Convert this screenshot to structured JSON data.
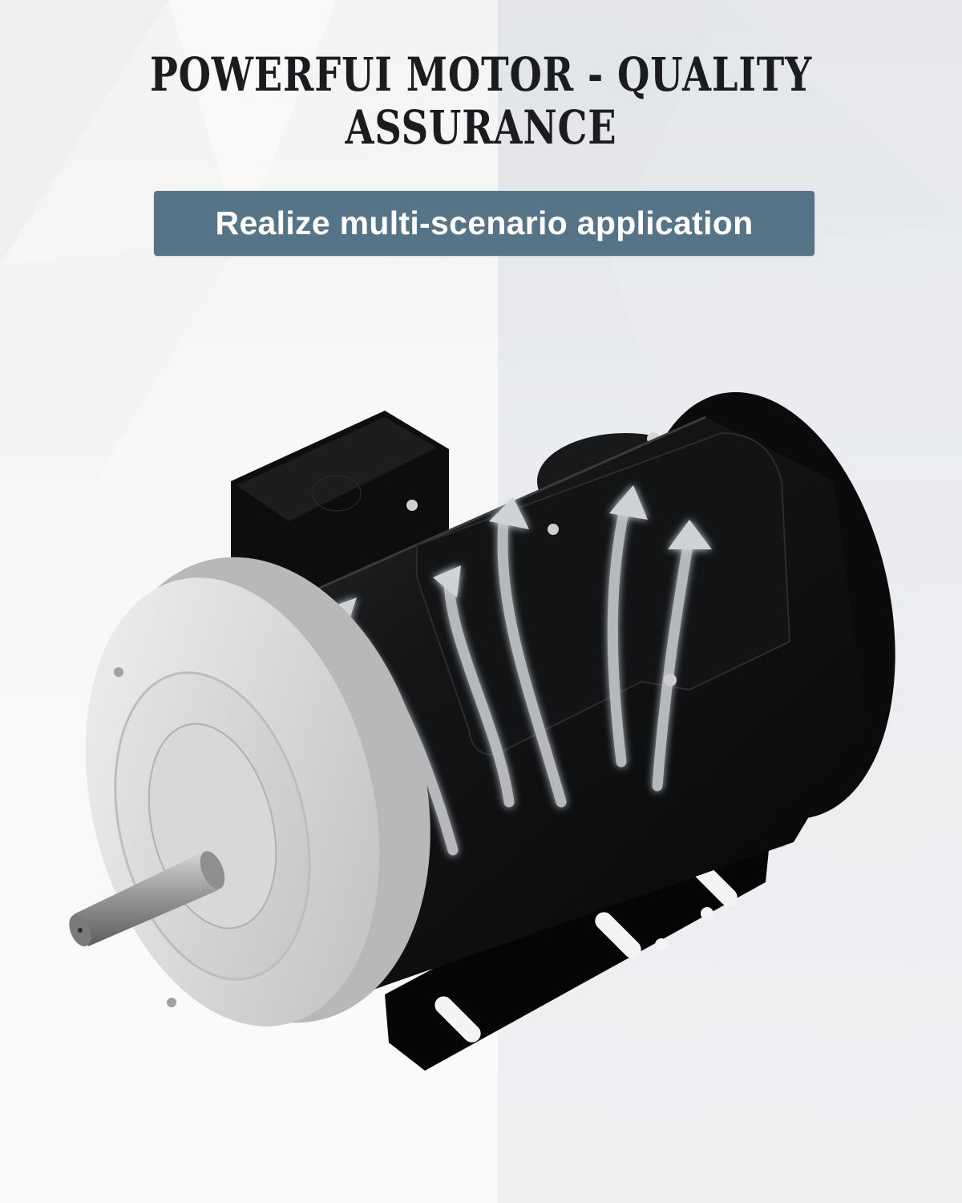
{
  "header": {
    "title_line_1": "POWERFUI MOTOR - QUALITY",
    "title_line_2": "ASSURANCE"
  },
  "banner": {
    "text": "Realize multi-scenario application",
    "background_color": "#557487",
    "text_color": "#ffffff"
  },
  "product_image": {
    "subject": "electric-motor",
    "features": [
      "silver-front-flange",
      "output-shaft",
      "black-cylinder-housing",
      "junction-box",
      "capacitor-cover",
      "mounting-base-bracket",
      "airflow-arrows"
    ],
    "airflow_arrow_count": 5,
    "body_color": "#111213",
    "flange_color": "#dcdcdc",
    "arrow_color": "#c9ccd0",
    "arrow_glow_color": "#3f7fb5"
  },
  "background": {
    "left_color": "#f7f7f7",
    "right_color": "#eaecee"
  }
}
